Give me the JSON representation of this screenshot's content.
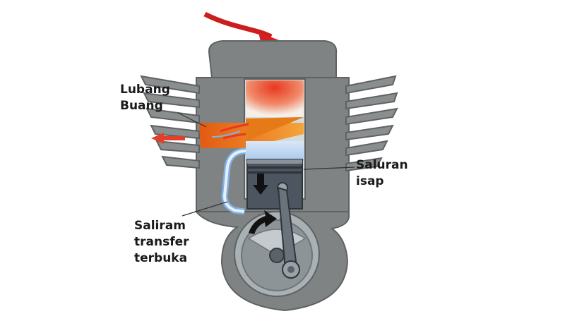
{
  "labels": {
    "exhaust_port": [
      "Lubang",
      "Buang"
    ],
    "intake_port": [
      "Saluran",
      "isap"
    ],
    "transfer_port": [
      "Saliram",
      "transfer",
      "terbuka"
    ]
  },
  "colors": {
    "engine_body": "#7f8383",
    "cylinder_inner": "#c7cccc",
    "combustion": "#e8391e",
    "exhaust_flow": "#e9781a",
    "fresh_charge": "#7fb2e6",
    "exhaust_arrow": "#e2402a",
    "spark_lead": "#cc1e1e",
    "piston": "#4d5560",
    "crankcase": "#8d9498"
  },
  "icons": [
    "spark-plug-icon",
    "piston-down-arrow-icon",
    "crank-rotation-arrow-icon",
    "exhaust-out-arrow-icon"
  ]
}
